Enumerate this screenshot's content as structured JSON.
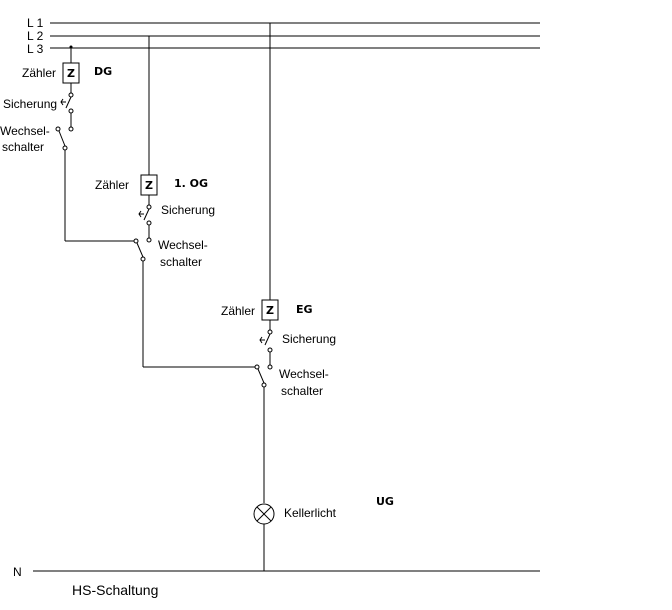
{
  "lines": {
    "l1": "L 1",
    "l2": "L 2",
    "l3": "L 3",
    "n": "N"
  },
  "dg": {
    "zaehler": "Zähler",
    "meter_symbol": "Z",
    "floor": "DG",
    "sicherung": "Sicherung",
    "wechsel_1": "Wechsel-",
    "wechsel_2": "schalter"
  },
  "og": {
    "zaehler": "Zähler",
    "meter_symbol": "Z",
    "floor": "1. OG",
    "sicherung": "Sicherung",
    "wechsel_1": "Wechsel-",
    "wechsel_2": "schalter"
  },
  "eg": {
    "zaehler": "Zähler",
    "meter_symbol": "Z",
    "floor": "EG",
    "sicherung": "Sicherung",
    "wechsel_1": "Wechsel-",
    "wechsel_2": "schalter"
  },
  "ug": {
    "lamp_label": "Kellerlicht",
    "floor": "UG"
  },
  "caption": "HS-Schaltung"
}
